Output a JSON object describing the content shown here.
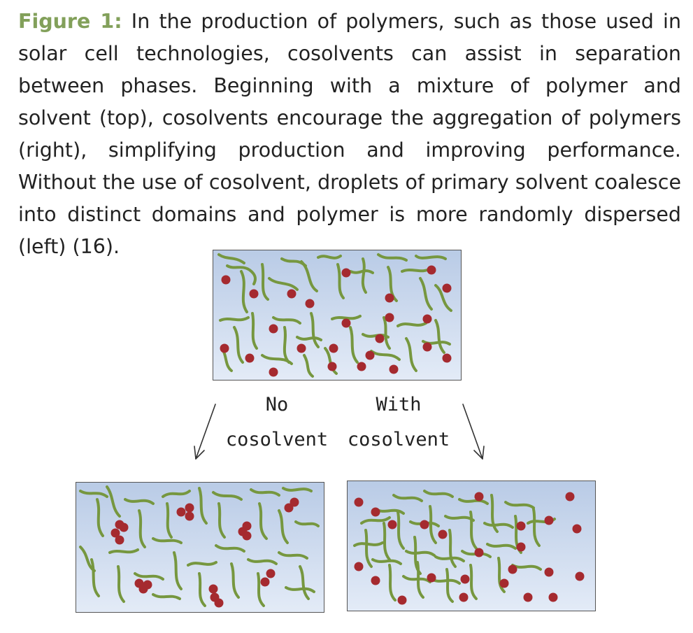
{
  "caption": {
    "label": "Figure 1:",
    "text": "In the production of polymers, such as those used in solar cell technologies, cosolvents can assist in separation between phases. Beginning with a mixture of polymer and solvent (top), cosolvents encourage the aggregation of polymers (right), simplifying production and improving performance. Without the use of cosolvent, droplets of primary solvent coalesce into distinct domains and polymer is more randomly dispersed (left) (16)."
  },
  "branches": {
    "left": {
      "line1": "No",
      "line2": "cosolvent"
    },
    "right": {
      "line1": "With",
      "line2": "cosolvent"
    }
  },
  "colors": {
    "polymer": "#76973f",
    "solvent_droplet": "#a52a2f",
    "panel_top": "#b9cbe6",
    "panel_bottom": "#e3ebf7",
    "caption_label": "#82a05a"
  }
}
